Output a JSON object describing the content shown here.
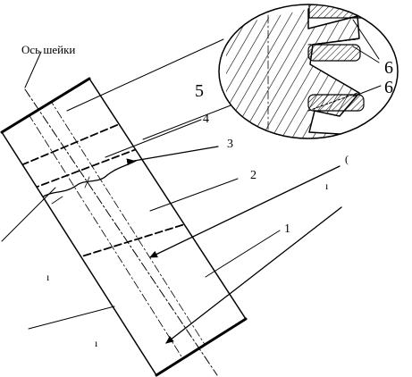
{
  "diagram": {
    "axis_label": "Ось шейки",
    "callouts": {
      "c1": "1",
      "c2": "2",
      "c3": "3",
      "c4": "4",
      "c5": "5",
      "c6": "6",
      "c6b": "6",
      "c_small": "(",
      "c_tiny1": "ı",
      "c_tiny2": "ı",
      "c_tiny3": "ı"
    }
  }
}
